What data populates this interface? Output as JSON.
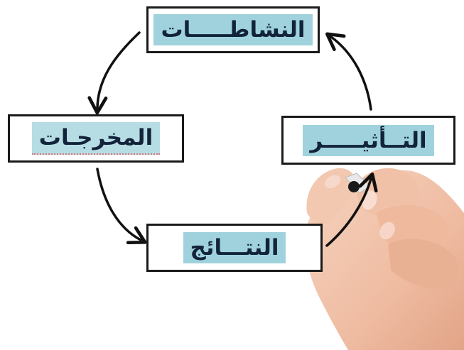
{
  "diagram": {
    "nodes": [
      {
        "id": "activities",
        "label": "النشاطـــــات"
      },
      {
        "id": "outputs",
        "label": "المخرجـات"
      },
      {
        "id": "results",
        "label": "النتـــائج"
      },
      {
        "id": "impact",
        "label": "التــأثيـــــر"
      }
    ],
    "edges": [
      {
        "from": "activities",
        "to": "outputs"
      },
      {
        "from": "outputs",
        "to": "results"
      },
      {
        "from": "results",
        "to": "impact"
      },
      {
        "from": "impact",
        "to": "activities"
      }
    ],
    "colors": {
      "label_background": "#9fd2dc",
      "box_border": "#1a1a1a",
      "text": "#12233a",
      "arrow": "#111111",
      "skin": "#f1c1a8"
    },
    "hand_present": true
  }
}
